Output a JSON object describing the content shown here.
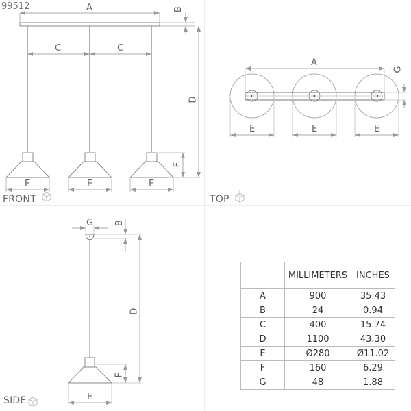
{
  "product_code": "99512",
  "views": {
    "front": {
      "label": "FRONT",
      "dim_labels": {
        "A": "A",
        "B": "B",
        "C": "C",
        "D": "D",
        "E": "E",
        "F": "F"
      }
    },
    "top": {
      "label": "TOP",
      "dim_labels": {
        "A": "A",
        "E": "E",
        "G": "G"
      }
    },
    "side": {
      "label": "SIDE",
      "dim_labels": {
        "G": "G",
        "B": "B",
        "D": "D",
        "E": "E",
        "F": "F"
      }
    }
  },
  "colors": {
    "line": "#888888",
    "light_line": "#bbbbbb",
    "text": "#666666"
  },
  "table": {
    "headers": [
      "",
      "MILLIMETERS",
      "INCHES"
    ],
    "rows": [
      {
        "dim": "A",
        "mm": "900",
        "in": "35.43"
      },
      {
        "dim": "B",
        "mm": "24",
        "in": "0.94"
      },
      {
        "dim": "C",
        "mm": "400",
        "in": "15.74"
      },
      {
        "dim": "D",
        "mm": "1100",
        "in": "43.30"
      },
      {
        "dim": "E",
        "mm": "Ø280",
        "in": "Ø11.02"
      },
      {
        "dim": "F",
        "mm": "160",
        "in": "6.29"
      },
      {
        "dim": "G",
        "mm": "48",
        "in": "1.88"
      }
    ]
  }
}
